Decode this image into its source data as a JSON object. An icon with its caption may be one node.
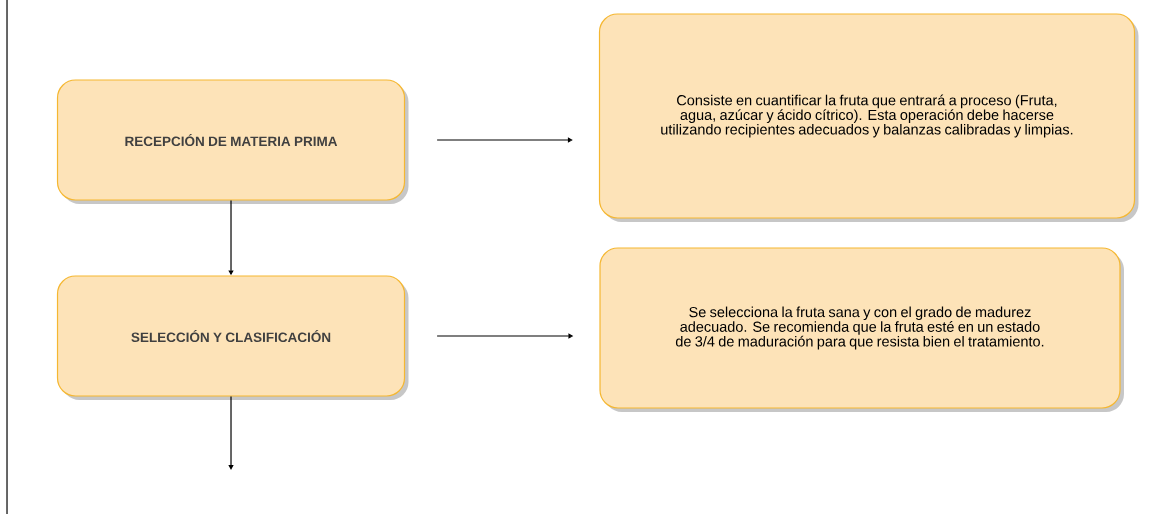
{
  "diagram": {
    "nodes": [
      {
        "text": [
          "RECEPCIÓN DE MATERIA PRIMA"
        ]
      },
      {
        "text": [
          "SELECCIÓN Y CLASIFICACIÓN"
        ]
      },
      {
        "text": [
          "Consiste en cuantificar la fruta que entrará a proceso (Fruta, agua, azúcar y ácido cítrico). Esta operación debe hacerse utilizando recipientes adecuados y balanzas calibradas y limpias."
        ]
      },
      {
        "text": [
          "Se selecciona la fruta sana y con el grado de madurez adecuado. Se recomienda que la fruta esté en un estado de 3/4 de maduración para que resista bien el tratamiento."
        ]
      }
    ],
    "edges": [
      {
        "from": 0,
        "to": 1,
        "arrow": "to"
      },
      {
        "from": 1,
        "to": null,
        "arrow": "to"
      },
      {
        "from": 0,
        "to": 2,
        "arrow": "to"
      },
      {
        "from": 1,
        "to": 3,
        "arrow": "to"
      }
    ]
  }
}
